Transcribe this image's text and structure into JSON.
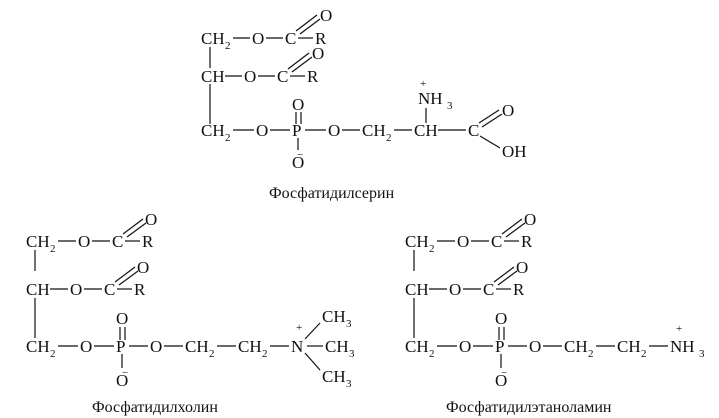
{
  "atoms": {
    "ch2": "CH",
    "ch": "CH",
    "two": "2",
    "o": "O",
    "c": "C",
    "r": "R",
    "p": "P",
    "oh": "OH",
    "n": "N",
    "nh": "NH",
    "ch3": "CH",
    "three": "3",
    "minus": "−",
    "plus": "+"
  },
  "captions": {
    "serine": "Фосфатидилсерин",
    "choline": "Фосфатидилхолин",
    "ethanolamine": "Фосфатидилэтаноламин"
  }
}
